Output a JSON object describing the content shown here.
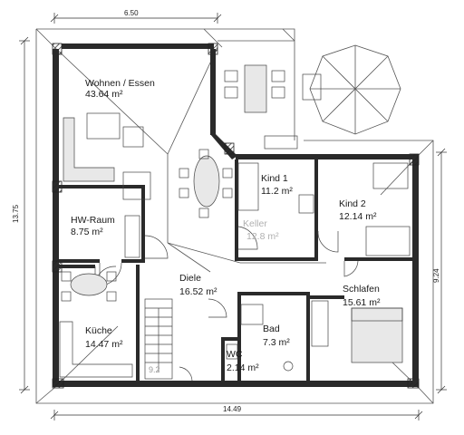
{
  "dimensions": {
    "top": "6.50",
    "left": "13.75",
    "right": "9.24",
    "bottom": "14.49"
  },
  "rooms": {
    "wohnen": {
      "name": "Wohnen / Essen",
      "area": "43.64 m²"
    },
    "hw": {
      "name": "HW-Raum",
      "area": "8.75 m²"
    },
    "kind1": {
      "name": "Kind 1",
      "area": "11.2 m²"
    },
    "keller": {
      "name": "Keller",
      "area": "12.8 m²"
    },
    "kind2": {
      "name": "Kind 2",
      "area": "12.14 m²"
    },
    "diele": {
      "name": "Diele",
      "area": "16.52 m²"
    },
    "schlafen": {
      "name": "Schlafen",
      "area": "15.61 m²"
    },
    "kueche": {
      "name": "Küche",
      "area": "14.47 m²"
    },
    "bad": {
      "name": "Bad",
      "area": "7.3 m²"
    },
    "wc": {
      "name": "WC",
      "area": "2.14 m²"
    },
    "stair": {
      "area": "9.2"
    }
  },
  "colors": {
    "wall": "#2a2a2a",
    "line": "#333333",
    "furniture_fill": "#e8e8e8"
  }
}
